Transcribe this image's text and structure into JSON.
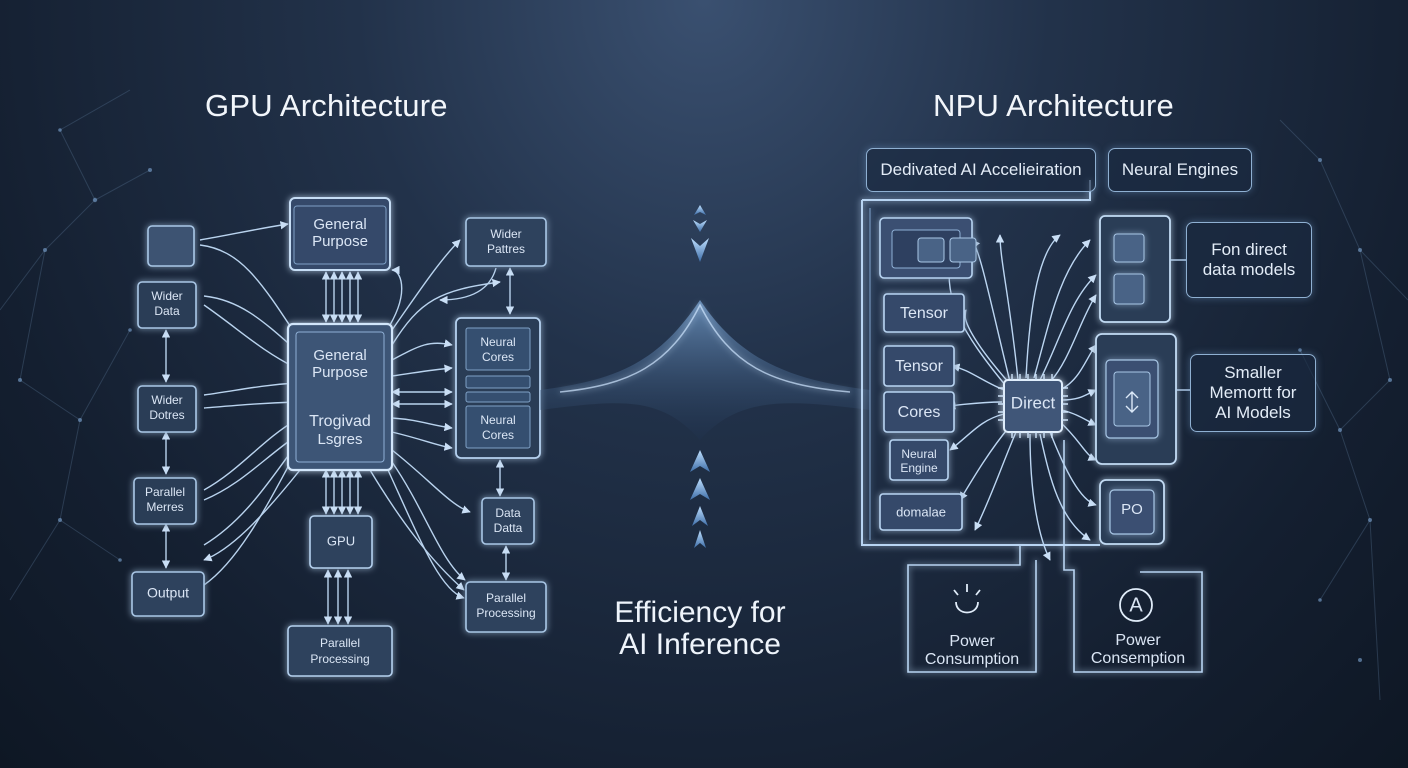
{
  "gpu": {
    "title": "GPU Architecture",
    "top_box": [
      "General",
      "Purpose"
    ],
    "core_box": [
      "General",
      "Purpose",
      "Trogivad",
      "Lsgres"
    ],
    "left_nodes": [
      [
        "Wider",
        "Data"
      ],
      [
        "Wider",
        "Dotres"
      ],
      [
        "Parallel",
        "Merres"
      ],
      [
        "Output"
      ]
    ],
    "right_top": [
      "Wider",
      "Pattres"
    ],
    "right_stack": [
      [
        "Neural",
        "Cores"
      ],
      [
        "Neural",
        "Cores"
      ]
    ],
    "right_lower": [
      [
        "Data",
        "Datta"
      ],
      [
        "Parallel",
        "Processing"
      ]
    ],
    "bottom_gpu": [
      "GPU"
    ],
    "bottom_box": [
      "Parallel",
      "Processing"
    ]
  },
  "center": {
    "lines": [
      "Efficiency for",
      "AI Inference"
    ]
  },
  "npu": {
    "title": "NPU Architecture",
    "tag_accel": "Dedivated AI Accelieiration",
    "tag_engines": "Neural Engines",
    "left_units": [
      [
        "Tensor"
      ],
      [
        "Tensor"
      ],
      [
        "Cores"
      ],
      [
        "Neural",
        "Engine"
      ],
      [
        "domalae"
      ]
    ],
    "chip": "Direct",
    "po": "PO",
    "callout_direct": [
      "Fon direct",
      "data models"
    ],
    "callout_memory": [
      "Smaller",
      "Memortt for",
      "AI Models"
    ],
    "power_left": [
      "Power",
      "Consumption"
    ],
    "power_right": [
      "Power",
      "Consemption"
    ],
    "power_right_icon_letter": "A"
  },
  "colors": {
    "glow": "#8cc4ff",
    "stroke": "#9fc3e6",
    "box_fill": "#2b3d56"
  }
}
